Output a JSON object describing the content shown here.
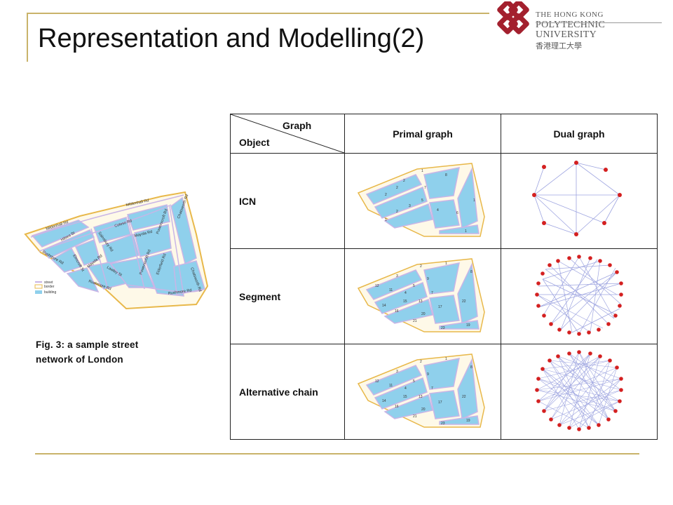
{
  "slide": {
    "title": "Representation and Modelling(2)",
    "accent_color": "#c9b36a"
  },
  "logo": {
    "line1": "THE HONG KONG",
    "line2": "POLYTECHNIC UNIVERSITY",
    "line3": "香港理工大學",
    "brand_color": "#a3202e"
  },
  "map": {
    "streets": [
      "Mildenhall Rd",
      "Mildenhall Rd",
      "Chatsworth Rd",
      "Chatsworth Rd",
      "Hilsea St",
      "Elmcroft St",
      "Sainsbury Rd",
      "Coleso Rd",
      "Mayola Rd",
      "Mayola Rd",
      "Powerscroft Rd",
      "Powerscroft Rd",
      "Lawley St",
      "Elderfield Rd",
      "Rushmore Rd",
      "Rushmore Rd",
      "Rushmore Rd"
    ],
    "legend": [
      "street",
      "border",
      "building"
    ]
  },
  "caption": "Fig. 3: a sample street network of London",
  "table": {
    "corner_graph": "Graph",
    "corner_object": "Object",
    "col_primal": "Primal graph",
    "col_dual": "Dual graph",
    "rows": [
      {
        "label": "ICN"
      },
      {
        "label": "Segment"
      },
      {
        "label": "Alternative chain"
      }
    ]
  }
}
